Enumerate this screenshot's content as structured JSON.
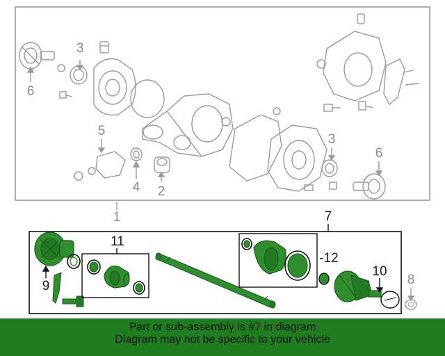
{
  "diagram": {
    "callouts": {
      "c1": "1",
      "c2": "2",
      "c3a": "3",
      "c3b": "3",
      "c4": "4",
      "c5": "5",
      "c6a": "6",
      "c6b": "6",
      "c7": "7",
      "c8": "8",
      "c9": "9",
      "c10": "10",
      "c11": "11",
      "c12": "-12"
    },
    "colors": {
      "outline_grey": "#9a9a9a",
      "highlight_green": "#2f8f2f",
      "dark_green": "#1b5e1b",
      "box_stroke": "#111111",
      "footer_bg": "#1f7d1f"
    }
  },
  "footer": {
    "line1": "Part or sub-assembly is #7 in diagram",
    "line2": "Diagram may not be specific to your vehicle"
  }
}
